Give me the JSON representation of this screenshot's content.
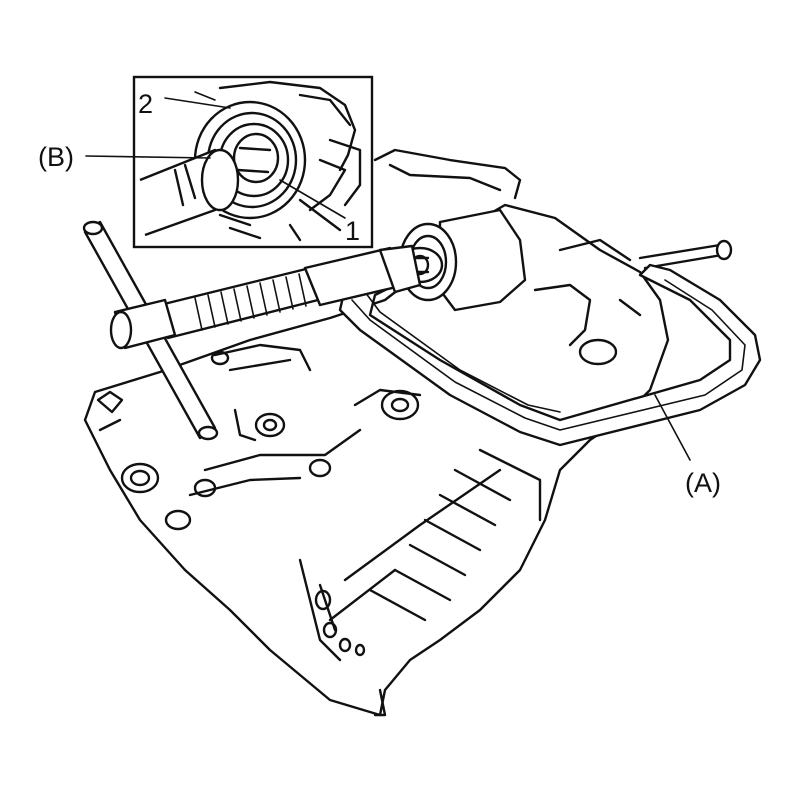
{
  "labels": {
    "tool_a": "(A)",
    "tool_b": "(B)",
    "part_1": "1",
    "part_2": "2"
  }
}
